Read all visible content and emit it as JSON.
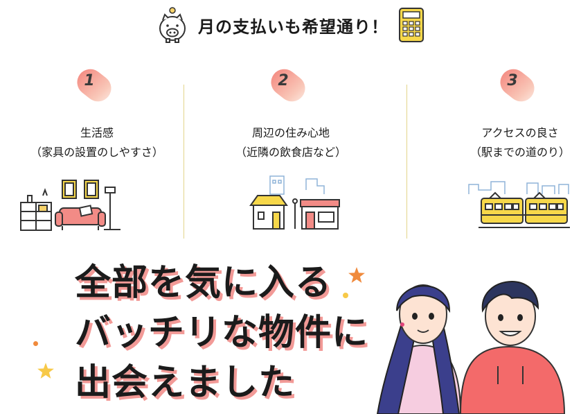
{
  "headline": {
    "text": "月の支払いも希望通り！",
    "left_icon": "piggy-bank-icon",
    "right_icon": "calculator-icon"
  },
  "features": [
    {
      "number": "1",
      "title": "生活感",
      "subtitle": "（家具の設置のしやすさ）",
      "illustration": "living-room-furniture-icon"
    },
    {
      "number": "2",
      "title": "周辺の住み心地",
      "subtitle": "（近隣の飲食店など）",
      "illustration": "neighborhood-shops-icon"
    },
    {
      "number": "3",
      "title": "アクセスの良さ",
      "subtitle": "（駅までの道のり）",
      "illustration": "train-icon"
    }
  ],
  "copy": {
    "line1": "全部を気に入る",
    "line2": "バッチリな物件に",
    "line3": "出会えました"
  },
  "colors": {
    "accent_pink": "#f48b82",
    "accent_yellow": "#f7d84a",
    "divider": "#e3d58a",
    "text_shadow": "#f29a97",
    "star_orange": "#f08a3c"
  }
}
